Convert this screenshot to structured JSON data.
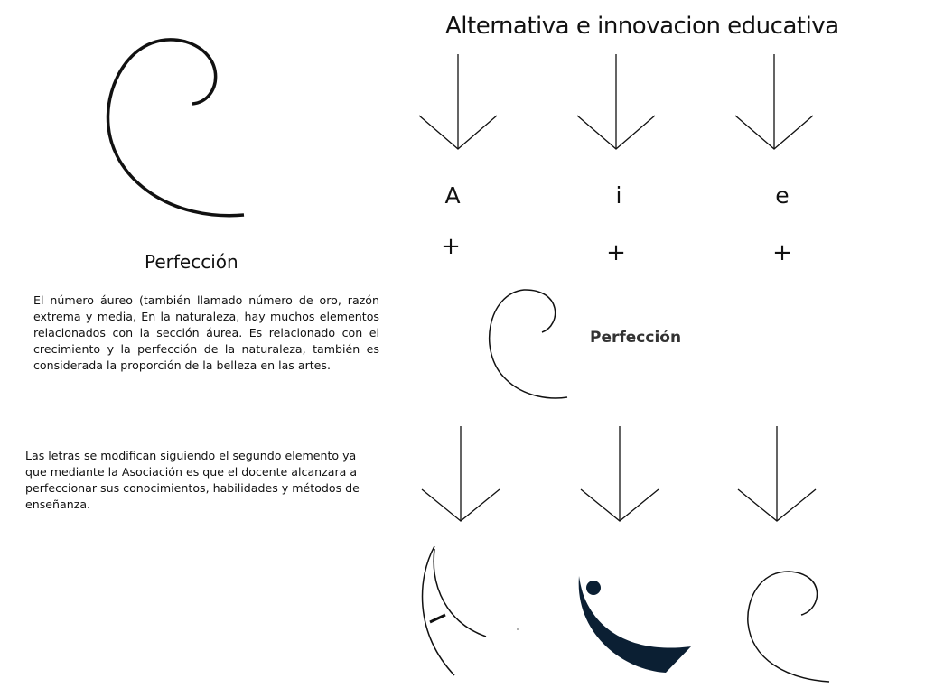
{
  "title": "Alternativa e innovacion educativa",
  "letters": [
    "A",
    "i",
    "e"
  ],
  "plus_sign": "+",
  "left_caption": "Perfección",
  "center_caption": "Perfección",
  "paragraph_golden_ratio": "El número áureo (también llamado número de oro, razón extrema y media, En la naturaleza, hay muchos elementos relacionados con la sección áurea. Es relacionado con el crecimiento y la perfección de la naturaleza, también es considerada la proporción de la belleza en las artes.",
  "paragraph_letters": "Las letras se modifican siguiendo el segundo elemento  ya que mediante la Asociación es que el docente alcanzara a perfeccionar sus conocimientos, habilidades y métodos de enseñanza.",
  "colors": {
    "ink": "#111111",
    "i_shape": "#0b1f33"
  }
}
